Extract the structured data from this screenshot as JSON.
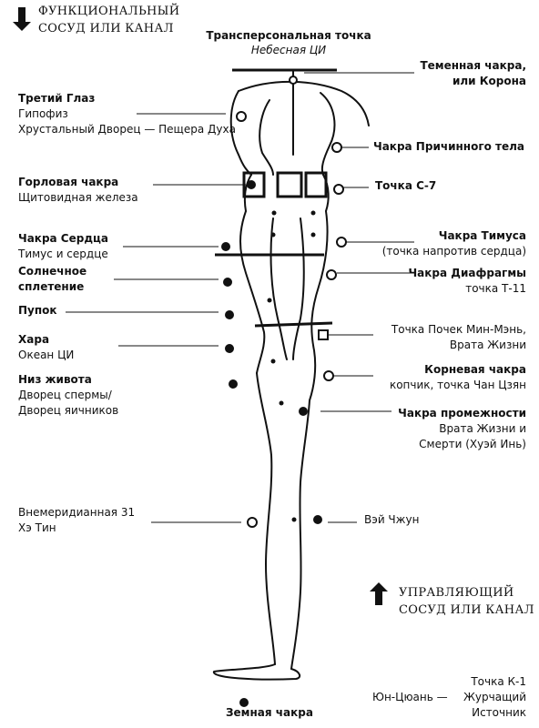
{
  "legend_top": {
    "line1": "ФУНКЦИОНАЛЬНЫЙ",
    "line2": "СОСУД ИЛИ КАНАЛ"
  },
  "legend_bottom": {
    "line1": "УПРАВЛЯЮЩИЙ",
    "line2": "СОСУД ИЛИ КАНАЛ"
  },
  "top_point": {
    "title": "Трансперсональная точка",
    "subtitle": "Небесная ЦИ"
  },
  "left_labels": {
    "third_eye": {
      "title": "Третий Глаз",
      "line1": "Гипофиз",
      "line2": "Хрустальный Дворец — Пещера Духа"
    },
    "throat": {
      "title": "Горловая чакра",
      "line1": "Щитовидная железа"
    },
    "heart": {
      "title": "Чакра Сердца",
      "line1": "Тимус и сердце"
    },
    "solar": {
      "title1": "Солнечное",
      "title2": "сплетение"
    },
    "navel": {
      "title": "Пупок"
    },
    "hara": {
      "title": "Хара",
      "line1": "Океан ЦИ"
    },
    "lower_abdomen": {
      "title": "Низ живота",
      "line1": "Дворец спермы/",
      "line2": "Дворец яичников"
    },
    "extra31": {
      "line1": "Внемеридианная 31",
      "line2": "Хэ Тин"
    }
  },
  "right_labels": {
    "crown": {
      "line1": "Теменная чакра,",
      "line2": "или Корона"
    },
    "causal": {
      "title": "Чакра Причинного тела"
    },
    "c7": {
      "title": "Точка С-7"
    },
    "thymus": {
      "title": "Чакра Тимуса",
      "line1": "(точка напротив сердца)"
    },
    "diaphragm": {
      "title": "Чакра Диафрагмы",
      "line1": "точка Т-11"
    },
    "kidney": {
      "line1": "Точка Почек Мин-Мэнь,",
      "line2": "Врата Жизни"
    },
    "root": {
      "title": "Корневая чакра",
      "line1": "копчик, точка Чан Цзян"
    },
    "perineum": {
      "title": "Чакра промежности",
      "line1": "Врата Жизни и",
      "line2": "Смерти (Хуэй Инь)"
    },
    "weizhong": {
      "line1": "Вэй Чжун"
    },
    "k1": {
      "line1": "Точка К-1",
      "line2": "Журчащий",
      "line3": "Источник",
      "left": "Юн-Цюань —"
    }
  },
  "earth_chakra": "Земная чакра"
}
